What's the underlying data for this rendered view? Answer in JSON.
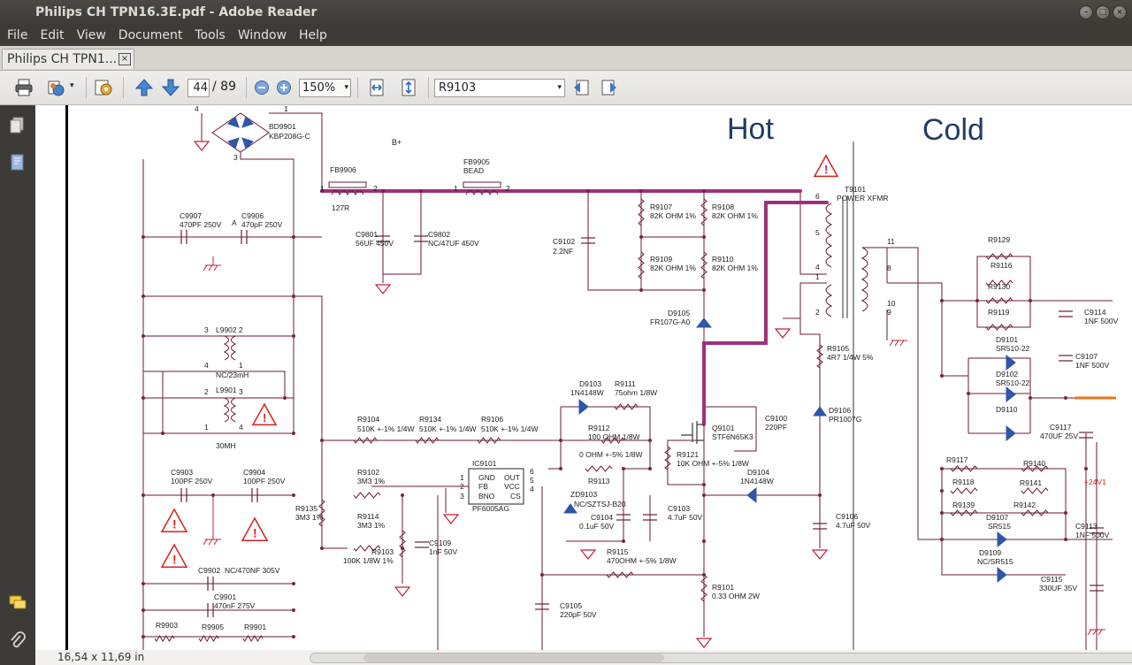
{
  "window": {
    "title": "Philips CH TPN16.3E.pdf - Adobe Reader",
    "controls": [
      "minimize",
      "maximize",
      "close"
    ]
  },
  "menubar": [
    "File",
    "Edit",
    "View",
    "Document",
    "Tools",
    "Window",
    "Help"
  ],
  "tabs": [
    {
      "label": "Philips CH TPN1...",
      "close": "×"
    }
  ],
  "toolbar": {
    "icons": [
      "print-icon",
      "share-icon",
      "settings-icon",
      "page-up-icon",
      "page-down-icon",
      "zoom-out-icon",
      "zoom-in-icon",
      "fit-width-icon",
      "fit-page-icon",
      "find-previous-icon",
      "find-next-icon"
    ],
    "current_page": "44",
    "page_total": "/ 89",
    "zoom": "150%",
    "search_value": "R9103",
    "dropdown_arrow": "▾"
  },
  "sidebar": {
    "icons": [
      "pages-icon",
      "bookmarks-icon",
      "comments-icon",
      "attachments-icon"
    ]
  },
  "status": {
    "page_size": "16,54 x 11,69 in"
  },
  "schematic": {
    "zones": [
      "Hot",
      "Cold"
    ],
    "labels": {
      "bd9901": "BD9901",
      "bd9901v": "KBP208G-C",
      "fb9906": "FB9906",
      "fb9906v": "127R",
      "fb9905": "FB9905",
      "fb9905v": "BEAD",
      "bplus": "B+",
      "c9907": "C9907",
      "c9907v": "470PF 250V",
      "c9906": "C9906",
      "c9906v": "470pF 250V",
      "c9801": "C9801",
      "c9801v": "56UF 450V",
      "c9802": "C9802",
      "c9802v": "NC/47UF 450V",
      "c9102": "C9102",
      "c9102v": "2.2NF",
      "r9107": "R9107",
      "r9107v": "82K OHM 1%",
      "r9108": "R9108",
      "r9108v": "82K OHM 1%",
      "r9109": "R9109",
      "r9109v": "82K OHM 1%",
      "r9110": "R9110",
      "r9110v": "82K OHM 1%",
      "d9105": "D9105",
      "d9105v": "FR107G-A0",
      "t9101": "T9101",
      "t9101v": "POWER XFMR",
      "l9902": "L9902",
      "l9902v": "NC/23mH",
      "l9901": "L9901",
      "l9901v": "30MH",
      "d9103": "D9103",
      "d9103v": "1N4148W",
      "r9111": "R9111",
      "r9111v": "75ohm 1/8W",
      "r9104": "R9104",
      "r9104v": "510K +-1% 1/4W",
      "r9134": "R9134",
      "r9134v": "510K +-1% 1/4W",
      "r9106": "R9106",
      "r9106v": "510K +-1% 1/4W",
      "r9112": "R9112",
      "r9112v": "100 OHM 1/8W",
      "q9101": "Q9101",
      "q9101v": "STF6N65K3",
      "c9100": "C9100",
      "c9100v": "220PF",
      "r9105": "R9105",
      "r9105v": "4R7 1/4W 5%",
      "d9106": "D9106",
      "d9106v": "PR1007G",
      "ohm0": "0 OHM +-5% 1/8W",
      "r9121": "R9121",
      "r9121v": "10K OHM +-5% 1/8W",
      "d9104": "D9104",
      "d9104v": "1N4148W",
      "c9903": "C9903",
      "c9903v": "100PF 250V",
      "c9904": "C9904",
      "c9904v": "100PF 250V",
      "r9102": "R9102",
      "r9102v": "3M3 1%",
      "ic9101": "IC9101",
      "ic9101v": "PF6005AG",
      "r9113": "R9113",
      "zd9103": "ZD9103",
      "zd9103v": "NC/SZTSJ-B20",
      "c9104": "C9104",
      "c9104v": "0.1uF 50V",
      "c9103": "C9103",
      "c9103v": "4.7uF 50V",
      "r9135": "R9135",
      "r9135v": "3M3 1%",
      "r9114": "R9114",
      "r9114v": "3M3 1%",
      "r9103": "R9103",
      "r9103v": "100K 1/8W 1%",
      "c9109": "C9109",
      "c9109v": "1nF 50V",
      "r9115": "R9115",
      "r9115v": "470OHM +-5% 1/8W",
      "c9106": "C9106",
      "c9106v": "4.7uF 50V",
      "c9902": "C9902",
      "c9902v": "NC/470NF 305V",
      "c9901": "C9901",
      "c9901v": "470nF 275V",
      "c9105": "C9105",
      "c9105v": "220pF 50V",
      "r9101": "R9101",
      "r9101v": "0.33 OHM 2W",
      "r9903": "R9903",
      "r9905": "R9905",
      "r9901": "R9901",
      "r9129": "R9129",
      "r9116": "R9116",
      "r9130": "R9130",
      "r9119": "R9119",
      "c9114": "C9114",
      "c9114v": "1NF 500V",
      "c9107": "C9107",
      "c9107v": "1NF 500V",
      "d9101": "D9101",
      "d9101v": "SR510-22",
      "d9102": "D9102",
      "d9102v": "SR510-22",
      "d9110": "D9110",
      "c9117": "C9117",
      "c9117v": "470UF 25V",
      "r9117": "R9117",
      "r9140": "R9140",
      "r9118": "R9118",
      "r9141": "R9141",
      "r9139": "R9139",
      "r9142": "R9142",
      "plus24v1": "+24V1",
      "d9107": "D9107",
      "d9107v": "SR515",
      "d9109": "D9109",
      "d9109v": "NC/SR515",
      "c9113": "C9113",
      "c9113v": "1NF 500V",
      "c9115": "C9115",
      "c9115v": "330UF 35V",
      "pin_gnd": "GND",
      "pin_fb": "FB",
      "pin_bno": "BNO",
      "pin_out": "OUT",
      "pin_vcc": "VCC",
      "pin_cs": "CS",
      "pin1": "1",
      "pin2": "2",
      "pin3": "3",
      "pin4": "4",
      "pin5": "5",
      "pin6": "6",
      "pin8": "8",
      "pin9": "9",
      "pin10": "10",
      "pin11": "11",
      "node_a": "A"
    }
  },
  "colors": {
    "net_highlight": "#a0307a",
    "wire": "#6a1a3a",
    "warning": "#d8201e",
    "junction": "#7a2050"
  }
}
